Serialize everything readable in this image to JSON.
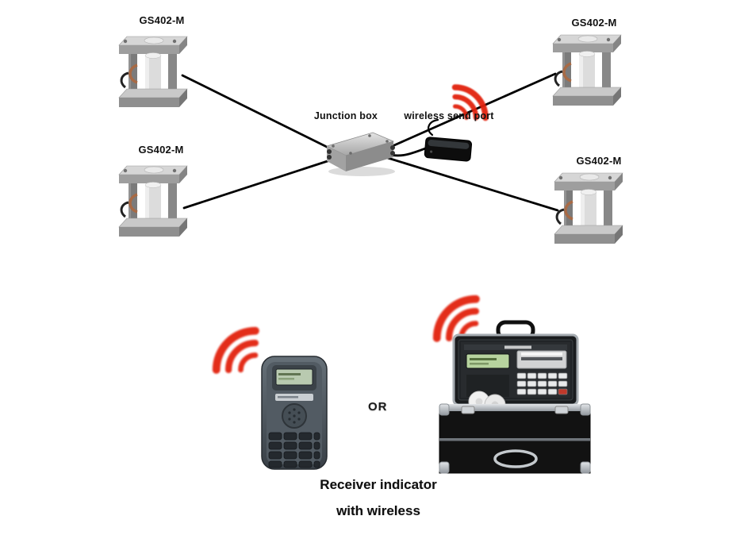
{
  "page": {
    "background": "#ffffff"
  },
  "colors": {
    "wifi_signal": "#e2210d",
    "cable": "#000000",
    "text": "#111111"
  },
  "nodes": {
    "load_cell_top_left": {
      "label": "GS402-M",
      "type": "weighing-module"
    },
    "load_cell_top_right": {
      "label": "GS402-M",
      "type": "weighing-module"
    },
    "load_cell_mid_left": {
      "label": "GS402-M",
      "type": "weighing-module"
    },
    "load_cell_mid_right": {
      "label": "GS402-M",
      "type": "weighing-module"
    },
    "junction_box": {
      "label": "Junction box"
    },
    "wireless_send_port": {
      "label": "wireless send port"
    },
    "receiver_handheld": {
      "type": "handheld-wireless-receiver"
    },
    "receiver_case": {
      "type": "case-indicator-with-printer"
    }
  },
  "receivers": {
    "separator": "OR",
    "caption_line1": "Receiver indicator",
    "caption_line2": "with wireless"
  },
  "connections": [
    {
      "from": "load_cell_top_left",
      "to": "junction_box",
      "type": "cable"
    },
    {
      "from": "load_cell_mid_left",
      "to": "junction_box",
      "type": "cable"
    },
    {
      "from": "load_cell_top_right",
      "to": "junction_box",
      "type": "cable"
    },
    {
      "from": "load_cell_mid_right",
      "to": "junction_box",
      "type": "cable"
    },
    {
      "from": "junction_box",
      "to": "wireless_send_port",
      "type": "cable"
    },
    {
      "from": "wireless_send_port",
      "to": "receiver_handheld",
      "type": "wireless"
    },
    {
      "from": "wireless_send_port",
      "to": "receiver_case",
      "type": "wireless"
    }
  ]
}
